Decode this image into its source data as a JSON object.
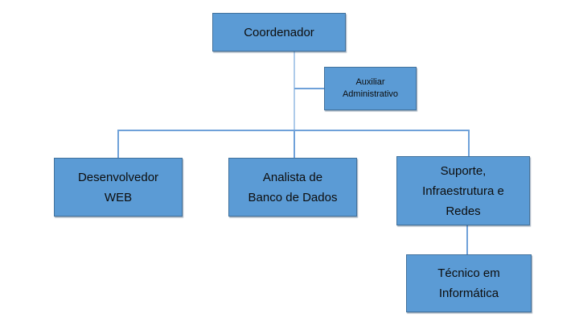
{
  "diagram": {
    "type": "org-chart",
    "nodes": {
      "coordenador": {
        "label": "Coordenador"
      },
      "auxiliar": {
        "label": [
          "Auxiliar",
          "Administrativo"
        ]
      },
      "desenvolvedor": {
        "label": [
          "Desenvolvedor",
          "WEB"
        ]
      },
      "analista": {
        "label": [
          "Analista de",
          "Banco de Dados"
        ]
      },
      "suporte": {
        "label": [
          "Suporte,",
          "Infraestrutura e",
          "Redes"
        ]
      },
      "tecnico": {
        "label": [
          "Técnico em",
          "Informática"
        ]
      }
    },
    "colors": {
      "node_fill": "#5B9BD5",
      "node_border": "#41719C",
      "connector": "#6FA1D9",
      "connector_light": "#AECBEA",
      "text": "#0D0D0D",
      "background": "#FFFFFF"
    }
  }
}
